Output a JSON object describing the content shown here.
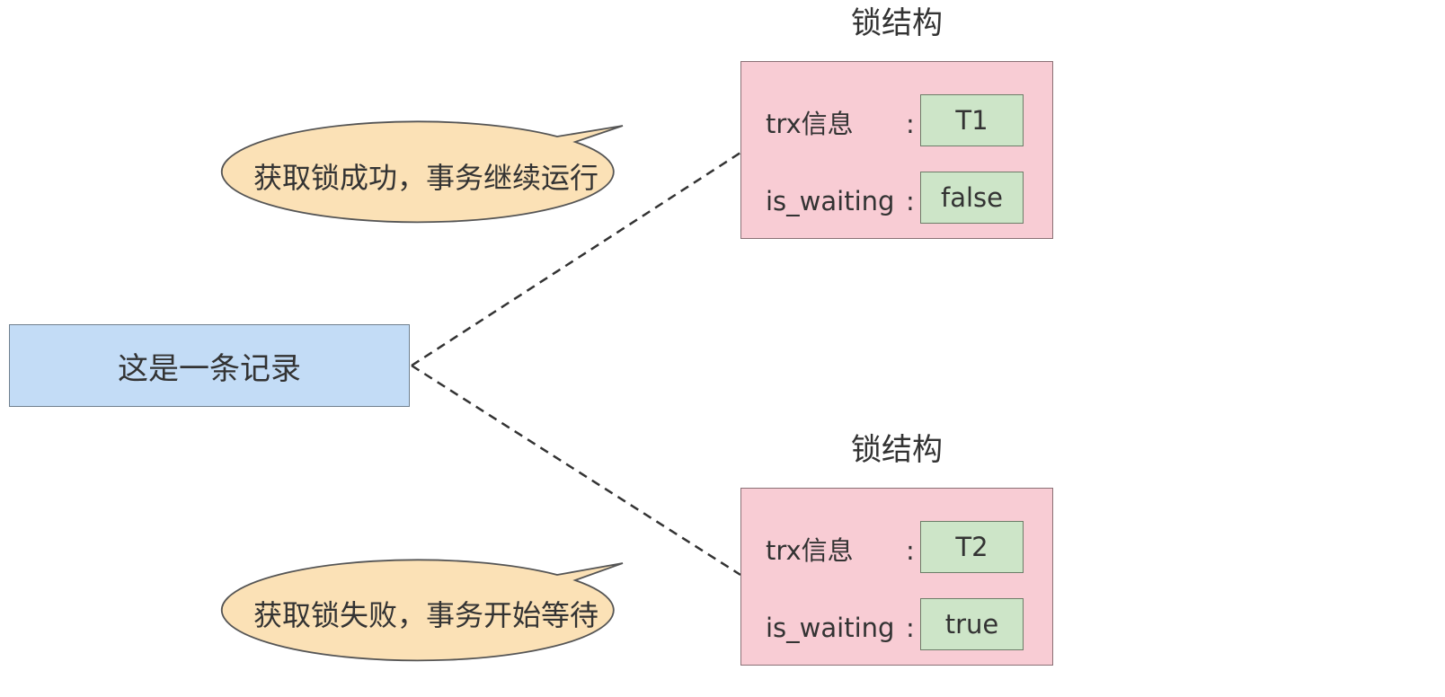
{
  "record": {
    "label": "这是一条记录"
  },
  "locks": [
    {
      "title": "锁结构",
      "trx_label": "trx信息",
      "trx_value": "T1",
      "waiting_label": "is_waiting",
      "waiting_value": "false",
      "colon": ":"
    },
    {
      "title": "锁结构",
      "trx_label": "trx信息",
      "trx_value": "T2",
      "waiting_label": "is_waiting",
      "waiting_value": "true",
      "colon": ":"
    }
  ],
  "bubbles": [
    {
      "text": "获取锁成功，事务继续运行"
    },
    {
      "text": "获取锁失败，事务开始等待"
    }
  ],
  "colors": {
    "record_fill": "#c3dcf6",
    "lock_fill": "#f8ccd4",
    "value_fill": "#cde5c8",
    "bubble_fill": "#fbe1b6"
  }
}
